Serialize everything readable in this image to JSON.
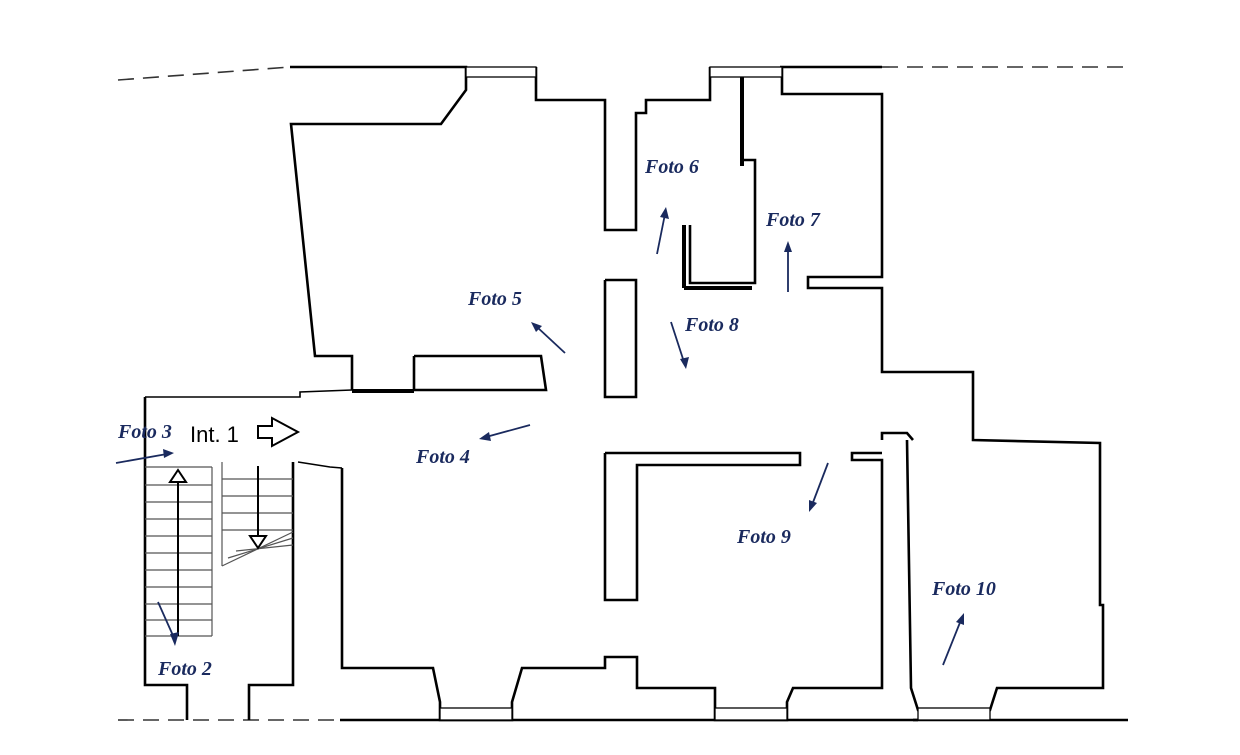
{
  "entrance": {
    "label": "Int. 1"
  },
  "photos": [
    {
      "id": "foto-2",
      "label": "Foto 2"
    },
    {
      "id": "foto-3",
      "label": "Foto 3"
    },
    {
      "id": "foto-4",
      "label": "Foto 4"
    },
    {
      "id": "foto-5",
      "label": "Foto 5"
    },
    {
      "id": "foto-6",
      "label": "Foto 6"
    },
    {
      "id": "foto-7",
      "label": "Foto 7"
    },
    {
      "id": "foto-8",
      "label": "Foto 8"
    },
    {
      "id": "foto-9",
      "label": "Foto 9"
    },
    {
      "id": "foto-10",
      "label": "Foto 10"
    }
  ],
  "colors": {
    "walls": "#000000",
    "annotations": "#1a2a5e"
  }
}
